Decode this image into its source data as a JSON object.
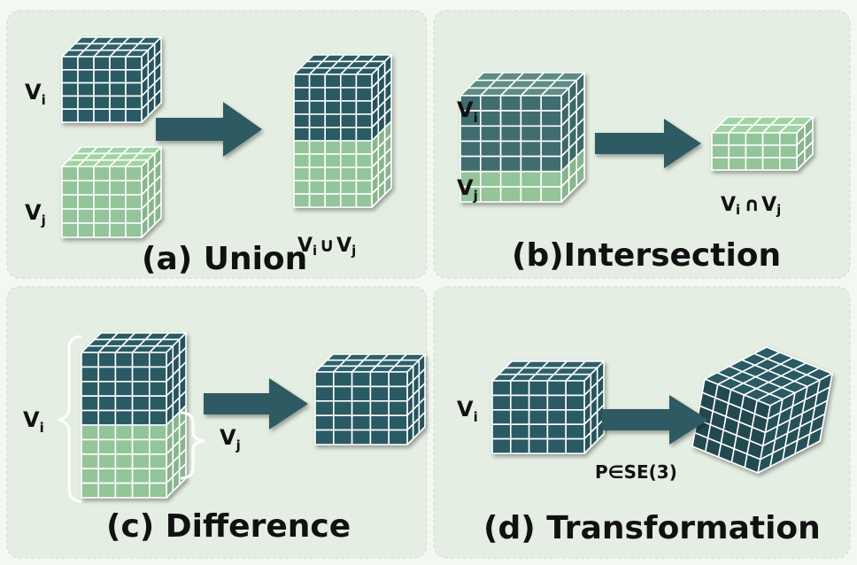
{
  "colors": {
    "dark": "#2b5a63",
    "light": "#94c49a",
    "panel": "#e4eee2",
    "arrow": "#2d5a63",
    "line": "#ffffff"
  },
  "panels": [
    {
      "title": "(a) Union",
      "labels": [
        {
          "main": "V",
          "sub": "i"
        },
        {
          "main": "V",
          "sub": "j"
        }
      ],
      "expr": {
        "a": "V",
        "as": "i",
        "op": "∪",
        "b": "V",
        "bs": "j"
      }
    },
    {
      "title": "(b)Intersection",
      "labels": [
        {
          "main": "V",
          "sub": "i"
        },
        {
          "main": "V",
          "sub": "j"
        }
      ],
      "expr": {
        "a": "V",
        "as": "i",
        "op": "∩",
        "b": "V",
        "bs": "j"
      }
    },
    {
      "title": "(c) Difference",
      "labels": [
        {
          "main": "V",
          "sub": "i"
        },
        {
          "main": "V",
          "sub": "j"
        }
      ]
    },
    {
      "title": "(d) Transformation",
      "labels": [
        {
          "main": "V",
          "sub": "i"
        }
      ],
      "expr_text": "P∈SE(3)"
    }
  ]
}
